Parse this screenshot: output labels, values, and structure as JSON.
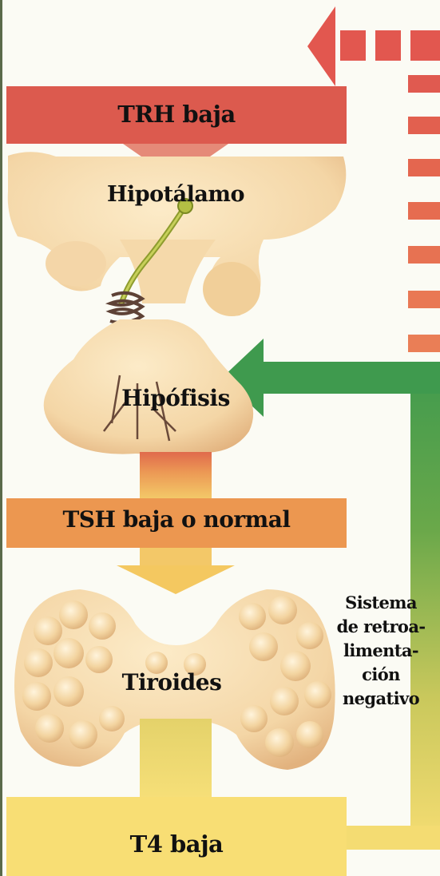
{
  "labels": {
    "trh": "TRH baja",
    "hipotalamo": "Hipotálamo",
    "hipofisis": "Hipófisis",
    "tsh": "TSH baja o normal",
    "tiroides": "Tiroides",
    "t4": "T4 baja",
    "feedback_lines": [
      "Sistema",
      "de retroa-",
      "limenta-",
      "ción",
      "negativo"
    ]
  },
  "colors": {
    "trh_band": "#dc5a4e",
    "tsh_band": "#ec9750",
    "t4_band": "#f8de74",
    "feedback_top": "#e0564f",
    "feedback_bottom": "#f2dc6c",
    "green_arrow": "#3f9a4e",
    "tissue": "#f7ddb1",
    "tissue_shadow": "#e6b987",
    "nerve": "#9dab3a"
  }
}
